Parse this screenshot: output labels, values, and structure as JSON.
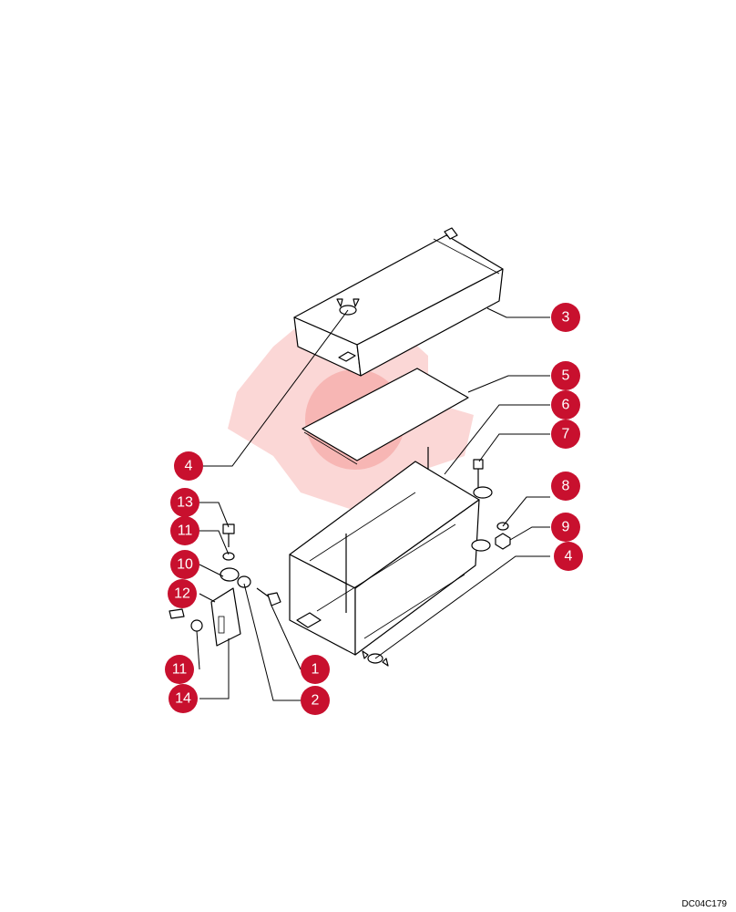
{
  "diagram": {
    "callouts": [
      "1",
      "2",
      "3",
      "4",
      "4",
      "5",
      "6",
      "7",
      "8",
      "9",
      "10",
      "11",
      "11",
      "12",
      "13",
      "14"
    ],
    "figure_code": "DC04C179"
  },
  "colors": {
    "callout_fill": "#c8102e",
    "callout_text": "#ffffff",
    "watermark": "#e8201a"
  }
}
